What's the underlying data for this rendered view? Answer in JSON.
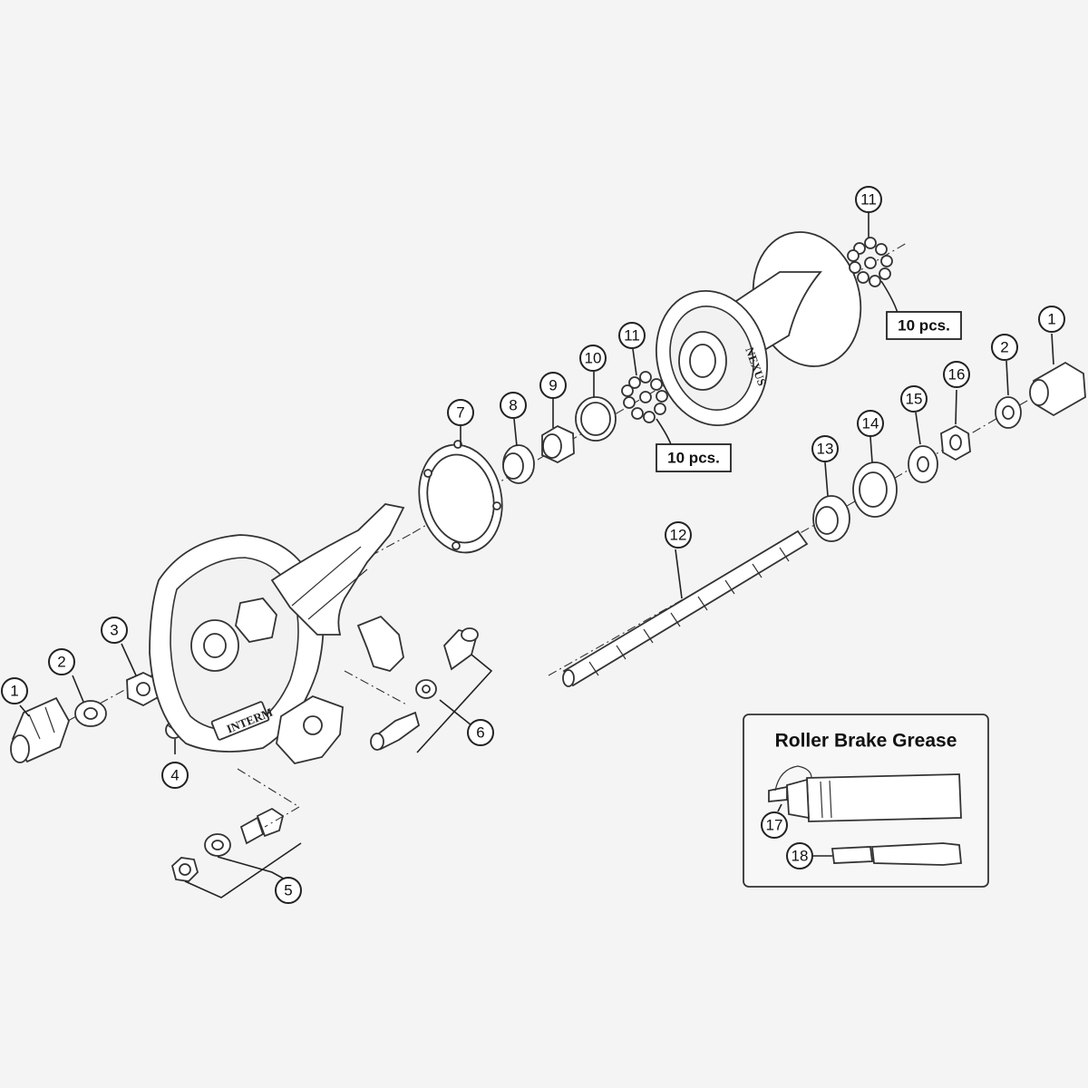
{
  "callouts": {
    "c1a": "1",
    "c2a": "2",
    "c3": "3",
    "c4": "4",
    "c5": "5",
    "c6": "6",
    "c7": "7",
    "c8": "8",
    "c9": "9",
    "c10": "10",
    "c11a": "11",
    "c11b": "11",
    "c12": "12",
    "c13": "13",
    "c14": "14",
    "c15": "15",
    "c16": "16",
    "c2b": "2",
    "c1b": "1",
    "c17": "17",
    "c18": "18"
  },
  "quantity_notes": {
    "balls_small": "10 pcs.",
    "balls_large": "10 pcs."
  },
  "grease_box": {
    "title": "Roller Brake Grease"
  },
  "hub_labels": {
    "brake_brand": "INTERM"
  }
}
